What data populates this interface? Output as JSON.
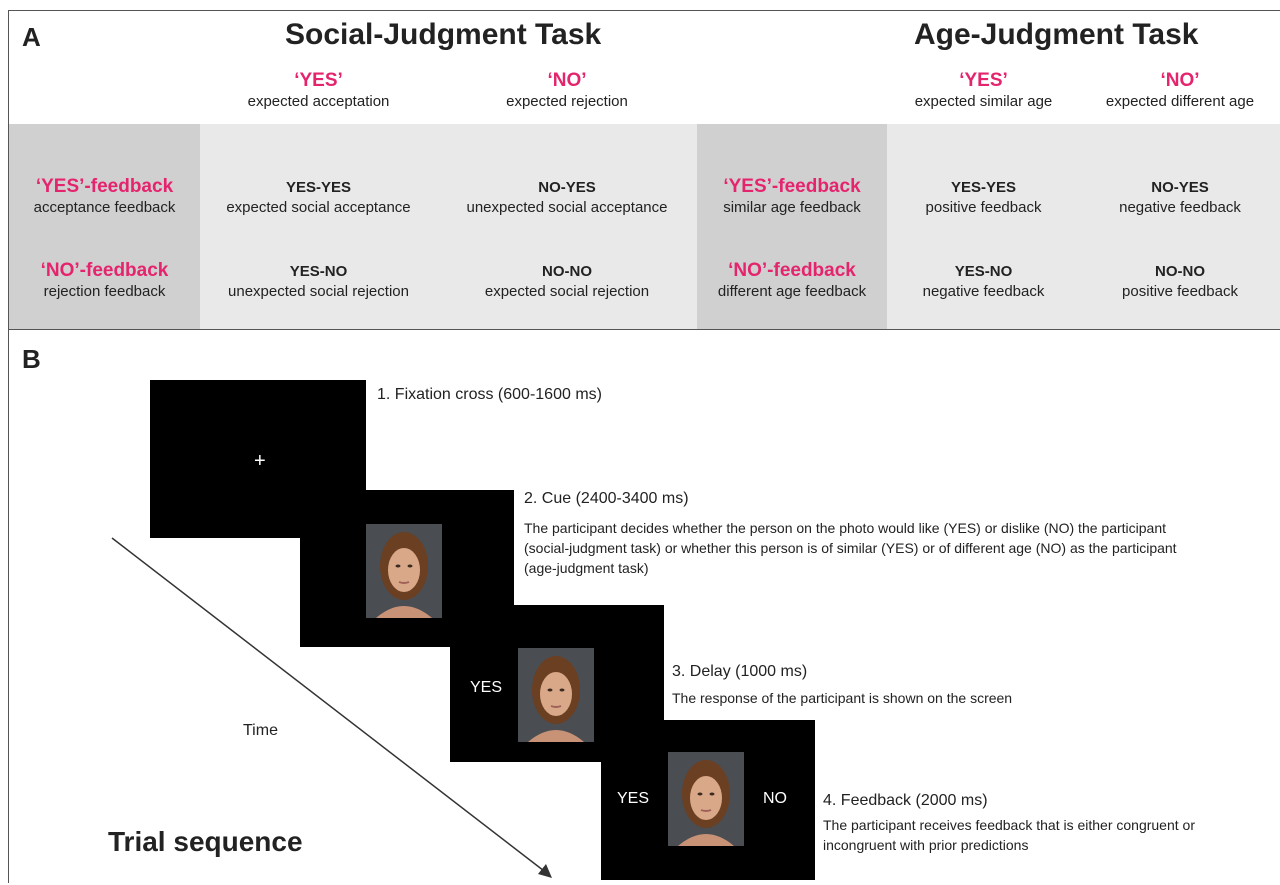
{
  "panel_a": {
    "letter": "A",
    "social_title": "Social-Judgment Task",
    "age_title": "Age-Judgment Task",
    "social_headers": [
      {
        "label": "‘YES’",
        "sub": "expected acceptation"
      },
      {
        "label": "‘NO’",
        "sub": "expected rejection"
      }
    ],
    "age_headers": [
      {
        "label": "‘YES’",
        "sub": "expected similar age"
      },
      {
        "label": "‘NO’",
        "sub": "expected different age"
      }
    ],
    "social_rows": [
      {
        "feedback": "‘YES’-feedback",
        "feedback_sub": "acceptance feedback",
        "cells": [
          {
            "bold": "YES-YES",
            "sub": "expected social acceptance"
          },
          {
            "bold": "NO-YES",
            "sub": "unexpected social acceptance"
          }
        ]
      },
      {
        "feedback": "‘NO’-feedback",
        "feedback_sub": "rejection feedback",
        "cells": [
          {
            "bold": "YES-NO",
            "sub": "unexpected social rejection"
          },
          {
            "bold": "NO-NO",
            "sub": "expected social rejection"
          }
        ]
      }
    ],
    "age_rows": [
      {
        "feedback": "‘YES’-feedback",
        "feedback_sub": "similar age feedback",
        "cells": [
          {
            "bold": "YES-YES",
            "sub": "positive feedback"
          },
          {
            "bold": "NO-YES",
            "sub": "negative feedback"
          }
        ]
      },
      {
        "feedback": "‘NO’-feedback",
        "feedback_sub": "different age feedback",
        "cells": [
          {
            "bold": "YES-NO",
            "sub": "negative feedback"
          },
          {
            "bold": "NO-NO",
            "sub": "positive feedback"
          }
        ]
      }
    ]
  },
  "panel_b": {
    "letter": "B",
    "steps": [
      {
        "title": "1. Fixation cross (600-1600 ms)",
        "desc": ""
      },
      {
        "title": "2. Cue (2400-3400 ms)",
        "desc": "The participant decides whether the person on the photo would like (YES) or dislike (NO) the participant (social-judgment task) or whether this person is of similar (YES) or  of different age (NO) as the participant (age-judgment task)"
      },
      {
        "title": "3. Delay (1000 ms)",
        "desc": "The response of the participant is shown on the screen"
      },
      {
        "title": "4. Feedback (2000 ms)",
        "desc": "The participant receives feedback that is either congruent or incongruent with prior predictions"
      }
    ],
    "fixation_symbol": "+",
    "delay_response": "YES",
    "feedback_left": "YES",
    "feedback_right": "NO",
    "time_label": "Time",
    "trial_label": "Trial sequence",
    "colors": {
      "accent": "#e5246e",
      "screen": "#000000",
      "grey_dark": "#d0d0d0",
      "grey_light": "#e9e9e9"
    }
  }
}
